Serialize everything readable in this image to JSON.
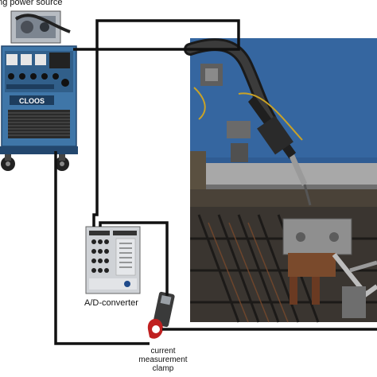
{
  "labels": {
    "power_source": "elding power source",
    "ad_converter": "A/D-converter",
    "clamp_line1": "current",
    "clamp_line2": "measurement",
    "clamp_line3": "clamp"
  },
  "brand_text": "CLOOS",
  "colors": {
    "background": "#ffffff",
    "cable": "#111111",
    "machine_body": "#3f76a8",
    "machine_dark": "#23476e",
    "photo_blue_wall": "#2f5c93",
    "steel": "#8c8c8c",
    "rust": "#7a4a2c",
    "converter_body": "#cfd2d6",
    "clamp_body": "#3a3a3a",
    "clamp_tip": "#c02020"
  },
  "icons": [
    "welding-machine-icon",
    "welding-torch-icon",
    "ad-converter-icon",
    "current-clamp-icon"
  ]
}
